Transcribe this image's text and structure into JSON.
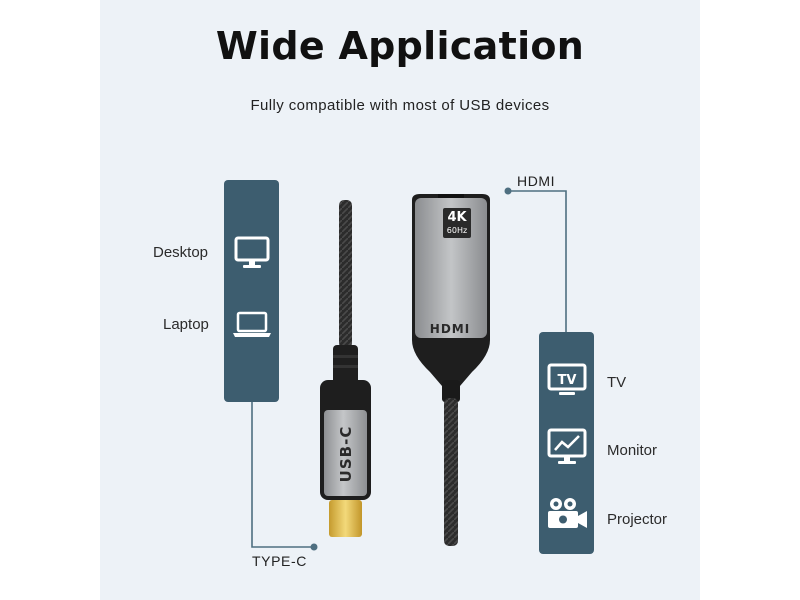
{
  "heading": "Wide Application",
  "subheading": "Fully compatible with most of USB devices",
  "source_devices": [
    {
      "label": "Desktop",
      "icon": "desktop-monitor-icon"
    },
    {
      "label": "Laptop",
      "icon": "laptop-icon"
    }
  ],
  "display_devices": [
    {
      "label": "TV",
      "icon": "tv-icon"
    },
    {
      "label": "Monitor",
      "icon": "monitor-icon"
    },
    {
      "label": "Projector",
      "icon": "projector-icon"
    }
  ],
  "connectors": {
    "type_c_label": "TYPE-C",
    "hdmi_label": "HDMI",
    "usb_c_print": "USB-C",
    "hdmi_print": "HDMI",
    "resolution_badge": "4K",
    "refresh_badge": "60Hz"
  },
  "colors": {
    "panel": "#edf2f7",
    "box": "#3d5d6f",
    "line": "#4e6f80",
    "cable": "#2a2a2a",
    "metal": "#a9abae"
  }
}
